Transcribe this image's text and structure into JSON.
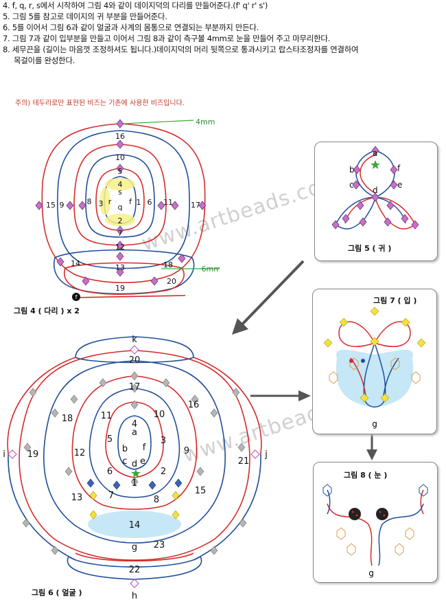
{
  "instructions": [
    "4. f, q, r, s에서 시작하여 그림 4와 같이 데이지덕의 다리를 만들어준다.(f' q' r' s')",
    "5. 그림 5를 참고로 데이지의 귀 부분을 만들어준다.",
    "6. 5를 이어서 그림 6과 같이 얼굴과 사계의 몸통으로 연결되는 부분까지 만든다.",
    "7. 그림 7과 같이 입부분을 만들고 이어서 그림 8과 같이 측구볼 4mm로 눈을 만들어 주고 마무리한다.",
    "8. 세무끈을 (길이는 마음껏 조정하셔도 됩니다.)데이지덕의 머리 뒷쪽으로 통과시키고 랍스타조정자를 연결하여",
    "목걸이를 완성한다."
  ],
  "note": "주의) 테두리로만 표현된 비즈는 기존에 사용한 비즈입니다.",
  "watermark": "www.artbeads.co.kr",
  "fig4": {
    "caption": "그림 4 ( 다리 ) x 2",
    "label_4mm": "4mm",
    "label_6mm": "6mm",
    "numbers": [
      "16",
      "10",
      "5",
      "4",
      "s",
      "q",
      "2",
      "7",
      "12",
      "13",
      "14",
      "18",
      "19",
      "20",
      "15",
      "9",
      "8",
      "3",
      "r",
      "f",
      "1",
      "6",
      "11",
      "17"
    ],
    "end_label": "f"
  },
  "fig5": {
    "caption": "그림 5 ( 귀 )",
    "labels": [
      "a",
      "b",
      "c",
      "d",
      "e",
      "f"
    ]
  },
  "fig6": {
    "caption": "그림 6 ( 얼굴 )",
    "labels": [
      "k",
      "20",
      "17",
      "16",
      "18",
      "11",
      "10",
      "4",
      "a",
      "5",
      "3",
      "b",
      "f",
      "c",
      "d",
      "e",
      "12",
      "9",
      "6",
      "2",
      "1",
      "7",
      "8",
      "13",
      "15",
      "14",
      "g",
      "23",
      "22",
      "h",
      "i",
      "19",
      "j",
      "21"
    ]
  },
  "fig7": {
    "caption": "그림 7 ( 입 )",
    "label_g": "g"
  },
  "fig8": {
    "caption": "그림 8 ( 눈 )",
    "label_g": "g"
  },
  "colors": {
    "red": "#d42a2a",
    "blue": "#1f4e9a",
    "pink": "#c770c7",
    "green": "#3aa93a",
    "yellow": "#f2e23b",
    "orange": "#e59a45",
    "gray": "#a8a8a8"
  }
}
